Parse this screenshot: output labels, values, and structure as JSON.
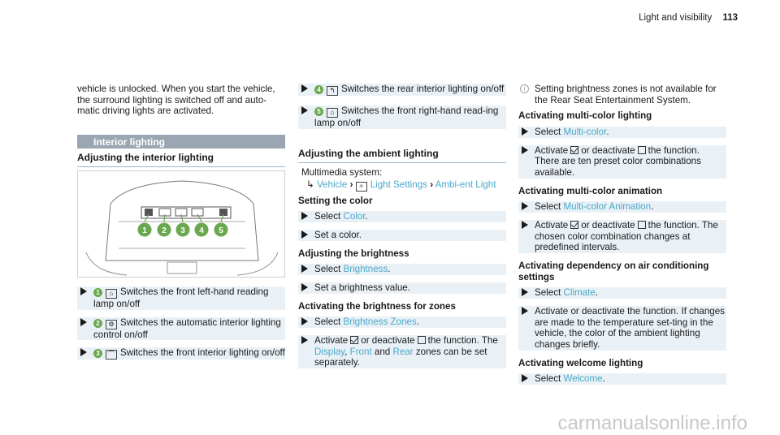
{
  "header": {
    "section": "Light and visibility",
    "page": "113"
  },
  "col1": {
    "intro": "vehicle is unlocked. When you start the vehicle, the surround lighting is switched off and auto-matic driving lights are activated.",
    "banner": "Interior lighting",
    "subhead": "Adjusting the interior lighting",
    "figure_labels": [
      "1",
      "2",
      "3",
      "4",
      "5"
    ],
    "steps": [
      {
        "num": "1",
        "text": "Switches the front left-hand reading lamp on/off"
      },
      {
        "num": "2",
        "text": "Switches the automatic interior lighting control on/off"
      },
      {
        "num": "3",
        "text": "Switches the front interior lighting on/off"
      }
    ]
  },
  "col2": {
    "steps_top": [
      {
        "num": "4",
        "text": "Switches the rear interior lighting on/off"
      },
      {
        "num": "5",
        "text": "Switches the front right-hand read-ing lamp on/off"
      }
    ],
    "subhead": "Adjusting the ambient lighting",
    "multimedia": "Multimedia system:",
    "path_vehicle": "Vehicle",
    "path_light": "Light Settings",
    "path_ambi": "Ambi-ent Light",
    "h_color": "Setting the color",
    "select": "Select",
    "color": "Color",
    "set_color": "Set a color.",
    "h_brightness": "Adjusting the brightness",
    "brightness": "Brightness",
    "set_brightness": "Set a brightness value.",
    "h_zones": "Activating the brightness for zones",
    "zones": "Brightness Zones",
    "activate": "Activate",
    "or_deactivate": "or deactivate",
    "the_function": "the function.",
    "the": "The",
    "display": "Display",
    "front": "Front",
    "and": "and",
    "rear": "Rear",
    "zones_tail": "zones can be set separately."
  },
  "col3": {
    "info": "Setting brightness zones is not available for the Rear Seat Entertainment System.",
    "h_multi": "Activating multi-color lighting",
    "multi": "Multi-color",
    "multi_note": "There are ten preset color combinations available.",
    "h_anim": "Activating multi-color animation",
    "anim": "Multi-color Animation",
    "anim_note": "The chosen color combination changes at predefined intervals.",
    "h_air": "Activating dependency on air conditioning settings",
    "climate": "Climate",
    "activate_or": "Activate or deactivate the function.",
    "air_note": "If changes are made to the temperature set-ting in the vehicle, the color of the ambient lighting changes briefly.",
    "h_welcome": "Activating welcome lighting",
    "welcome": "Welcome"
  },
  "footer": "carmanualsonline.info",
  "colors": {
    "accent": "#4aa8c8",
    "banner": "#9aa6b2",
    "step_bg": "#eaf1f6",
    "badge": "#6aa84f"
  }
}
